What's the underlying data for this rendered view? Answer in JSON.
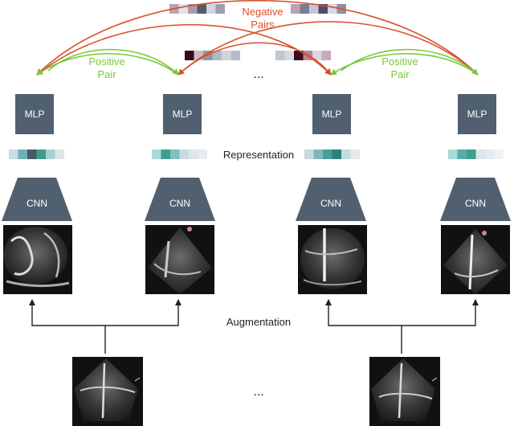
{
  "labels": {
    "negative_pairs_line1": "Negative",
    "negative_pairs_line2": "Pairs",
    "positive_pair_left_line1": "Positive",
    "positive_pair_left_line2": "Pair",
    "positive_pair_right_line1": "Positive",
    "positive_pair_right_line2": "Pair",
    "representation": "Representation",
    "augmentation": "Augmentation",
    "ellipsis_top": "...",
    "ellipsis_bottom": "..."
  },
  "modules": {
    "mlp": [
      "MLP",
      "MLP",
      "MLP",
      "MLP"
    ],
    "cnn": [
      "CNN",
      "CNN",
      "CNN",
      "CNN"
    ]
  },
  "colors": {
    "module_fill": "#51606f",
    "negative": "#d9502a",
    "positive": "#79c93a",
    "arrow": "#222222",
    "text": "#222222"
  },
  "vectors": {
    "representation": [
      [
        "#c7dbe0",
        "#6fb1b3",
        "#4b5866",
        "#3e9d8f",
        "#a9cfd2",
        "#dfe6ea"
      ],
      [
        "#a8d8d8",
        "#3e9d8f",
        "#7fc0c0",
        "#c9dbe1",
        "#dee6ea",
        "#e8ecef"
      ],
      [
        "#c9d9e1",
        "#7fb6bc",
        "#4a9d92",
        "#2f7f7a",
        "#c1dde0",
        "#e4eaed"
      ],
      [
        "#a8d8d8",
        "#5aa9a8",
        "#3e9d8f",
        "#dbe5ea",
        "#e4eaee",
        "#f0f2f4"
      ]
    ],
    "projection": [
      [
        "#b9a3b1",
        "#dfe3ea",
        "#a99aaa",
        "#555a6d",
        "#d2d4e0",
        "#9aa0b4"
      ],
      [
        "#b9a3b1",
        "#7a7e90",
        "#c4c7d4",
        "#4d4f66",
        "#d5d8e2",
        "#8d8fa3"
      ],
      [
        "#3b0a1e",
        "#c8bcc8",
        "#9097a3",
        "#b0b8c1",
        "#d0d4da",
        "#b8bac8"
      ],
      [
        "#bfc7d1",
        "#d8d9e0",
        "#3b0a1e",
        "#b6859f",
        "#d8d8e0",
        "#c8a9bd"
      ]
    ]
  }
}
